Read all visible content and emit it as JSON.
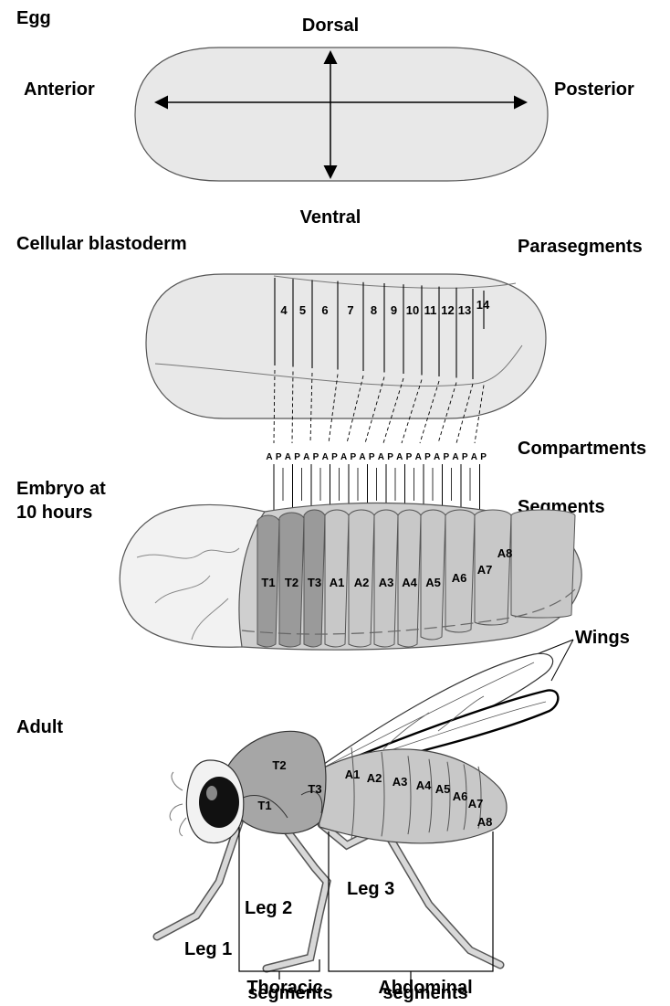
{
  "egg": {
    "title": "Egg",
    "dorsal": "Dorsal",
    "ventral": "Ventral",
    "anterior": "Anterior",
    "posterior": "Posterior"
  },
  "blastoderm": {
    "title": "Cellular blastoderm",
    "parasegments_label": "Parasegments",
    "parasegments": [
      "4",
      "5",
      "6",
      "7",
      "8",
      "9",
      "10",
      "11",
      "12",
      "13",
      "14"
    ]
  },
  "embryo": {
    "title_line1": "Embryo at",
    "title_line2": "10 hours",
    "compartments_label": "Compartments",
    "segments_label": "Segments",
    "compartments": [
      "A",
      "P",
      "A",
      "P",
      "A",
      "P",
      "A",
      "P",
      "A",
      "P",
      "A",
      "P",
      "A",
      "P",
      "A",
      "P",
      "A",
      "P",
      "A",
      "P",
      "A",
      "P",
      "A",
      "P"
    ],
    "segments": [
      "T1",
      "T2",
      "T3",
      "A1",
      "A2",
      "A3",
      "A4",
      "A5",
      "A6",
      "A7",
      "A8"
    ]
  },
  "adult": {
    "title": "Adult",
    "wings_label": "Wings",
    "body_segments": [
      "T2",
      "T1",
      "T3",
      "A1",
      "A2",
      "A3",
      "A4",
      "A5",
      "A6",
      "A7",
      "A8"
    ],
    "leg1": "Leg 1",
    "leg2": "Leg 2",
    "leg3": "Leg 3",
    "thoracic_line1": "Thoracic",
    "thoracic_line2": "segments",
    "abdominal_line1": "Abdominal",
    "abdominal_line2": "segments"
  },
  "colors": {
    "egg_fill": "#e8e8e8",
    "thorax_fill": "#9a9a9a",
    "abdomen_fill": "#c8c8c8",
    "head_fill": "#f2f2f2"
  }
}
